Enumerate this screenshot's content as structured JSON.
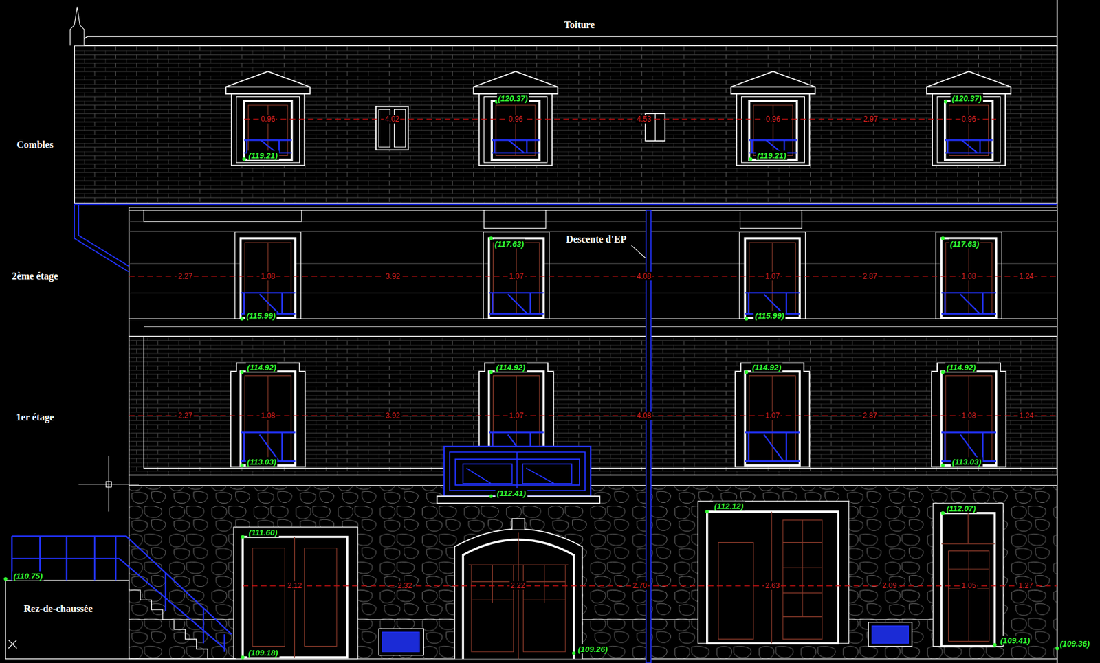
{
  "diagram": {
    "labels": [
      "Toiture",
      "Combles",
      "2ème étage",
      "1er étage",
      "Rez-de-chaussée",
      "Descente d'EP",
      "(120.37)",
      "(120.37)",
      "(119.21)",
      "(119.21)",
      "(117.63)",
      "(117.63)",
      "(115.99)",
      "(115.99)",
      "(114.92)",
      "(114.92)",
      "(114.92)",
      "(114.92)",
      "(113.03)",
      "(113.03)",
      "(112.41)",
      "(111.60)",
      "(112.12)",
      "(112.07)",
      "(110.75)",
      "(109.18)",
      "(109.26)",
      "(109.41)",
      "(109.36)",
      "0.96",
      "4.02",
      "0.96",
      "4.53",
      "0.96",
      "2.97",
      "0.96",
      "2.27",
      "1.08",
      "3.92",
      "1.07",
      "4.08",
      "1.07",
      "2.87",
      "1.08",
      "1.24",
      "2.27",
      "1.08",
      "3.92",
      "1.07",
      "4.08",
      "1.07",
      "2.87",
      "1.08",
      "1.24",
      "2.12",
      "2.32",
      "2.22",
      "2.70",
      "2.63",
      "2.09",
      "1.05",
      "1.27"
    ]
  }
}
